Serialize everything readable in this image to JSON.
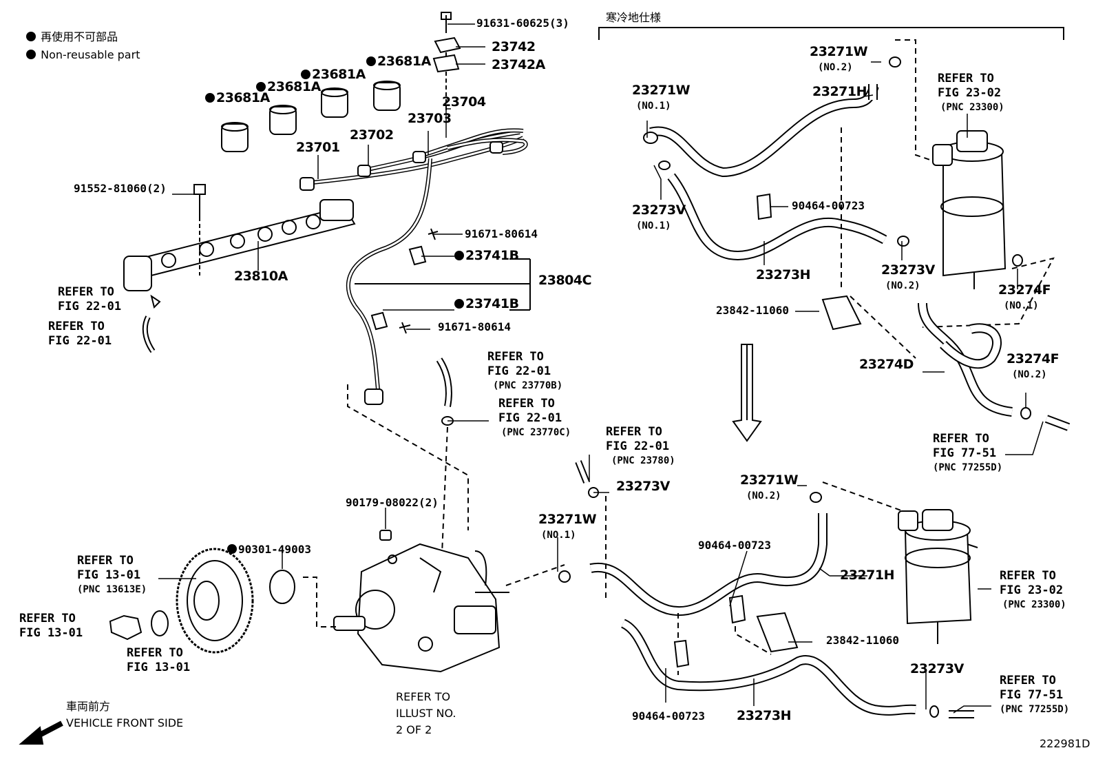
{
  "legend": {
    "line1": "再使用不可部品",
    "line2": "Non-reusable part"
  },
  "cold_spec_label": "寒冷地仕様",
  "vehicle_front": {
    "jp": "車両前方",
    "en": "VEHICLE FRONT SIDE"
  },
  "figure_id": "222981D",
  "parts": {
    "p91631": "91631-60625(3)",
    "p23742": "23742",
    "p23742a": "23742A",
    "p23681a_1": "23681A",
    "p23681a_2": "23681A",
    "p23681a_3": "23681A",
    "p23681a_4": "23681A",
    "p23704": "23704",
    "p23703": "23703",
    "p23702": "23702",
    "p23701": "23701",
    "p91552": "91552-81060(2)",
    "p23810a": "23810A",
    "p91671_a": "91671-80614",
    "p23741b_a": "23741B",
    "p23804c": "23804C",
    "p23741b_b": "23741B",
    "p91671_b": "91671-80614",
    "p90179": "90179-08022(2)",
    "p90301": "90301-49003",
    "p23273v_mid": "23273V",
    "p23271w_lw": "23271W",
    "p23271w_lw_no": "(NO.1)",
    "p23271w_tr": "23271W",
    "p23271w_tr_no": "(NO.2)",
    "p23271w_tl": "23271W",
    "p23271w_tl_no": "(NO.1)",
    "p23271h_t": "23271H",
    "p23273v_tl": "23273V",
    "p23273v_tl_no": "(NO.1)",
    "p90464_t": "90464-00723",
    "p23273h_t": "23273H",
    "p23273v_tr": "23273V",
    "p23273v_tr_no": "(NO.2)",
    "p23842_t": "23842-11060",
    "p23274f_1": "23274F",
    "p23274f_1_no": "(NO.1)",
    "p23274d": "23274D",
    "p23274f_2": "23274F",
    "p23274f_2_no": "(NO.2)",
    "p23271w_br": "23271W",
    "p23271w_br_no": "(NO.2)",
    "p90464_b": "90464-00723",
    "p23271h_b": "23271H",
    "p23842_b": "23842-11060",
    "p23273v_b": "23273V",
    "p90464_bb": "90464-00723",
    "p23273h_b": "23273H"
  },
  "refs": {
    "r1": {
      "l1": "REFER TO",
      "l2": "FIG 22-01"
    },
    "r2": {
      "l1": "REFER TO",
      "l2": "FIG 22-01"
    },
    "r3": {
      "l1": "REFER TO",
      "l2": "FIG 22-01",
      "l3": "(PNC 23770B)"
    },
    "r4": {
      "l1": "REFER TO",
      "l2": "FIG 22-01",
      "l3": "(PNC 23770C)"
    },
    "r5": {
      "l1": "REFER TO",
      "l2": "FIG 22-01",
      "l3": "(PNC 23780)"
    },
    "r6": {
      "l1": "REFER TO",
      "l2": "FIG 13-01",
      "l3": "(PNC 13613E)"
    },
    "r7": {
      "l1": "REFER TO",
      "l2": "FIG 13-01"
    },
    "r8": {
      "l1": "REFER TO",
      "l2": "FIG 13-01"
    },
    "r9": {
      "l1": "REFER TO",
      "l2": "ILLUST NO.",
      "l3": "2 OF 2"
    },
    "r10": {
      "l1": "REFER TO",
      "l2": "FIG 23-02",
      "l3": "(PNC 23300)"
    },
    "r11": {
      "l1": "REFER TO",
      "l2": "FIG 77-51",
      "l3": "(PNC 77255D)"
    },
    "r12": {
      "l1": "REFER TO",
      "l2": "FIG 23-02",
      "l3": "(PNC 23300)"
    },
    "r13": {
      "l1": "REFER TO",
      "l2": "FIG 77-51",
      "l3": "(PNC 77255D)"
    }
  }
}
